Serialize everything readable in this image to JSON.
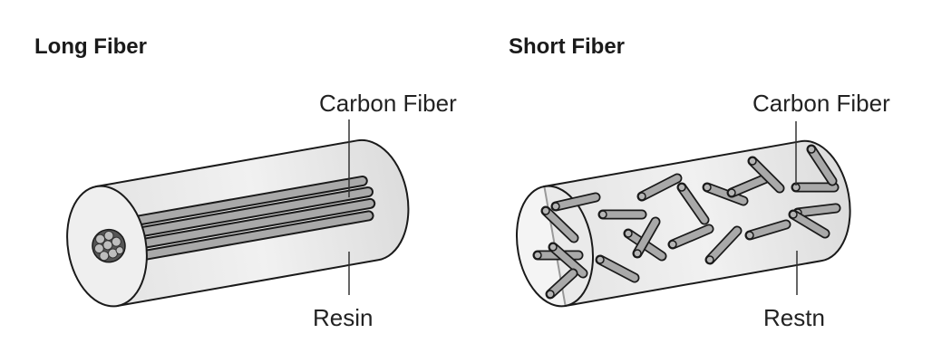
{
  "panels": [
    {
      "title": "Long Fiber",
      "fiber_label": "Carbon Fiber",
      "matrix_label": "Resin"
    },
    {
      "title": "Short Fiber",
      "fiber_label": "Carbon Fiber",
      "matrix_label": "Restn"
    }
  ],
  "colors": {
    "resin": "#e6e6e6",
    "fiber": "#a9a9a9",
    "outline": "#1a1a1a"
  }
}
